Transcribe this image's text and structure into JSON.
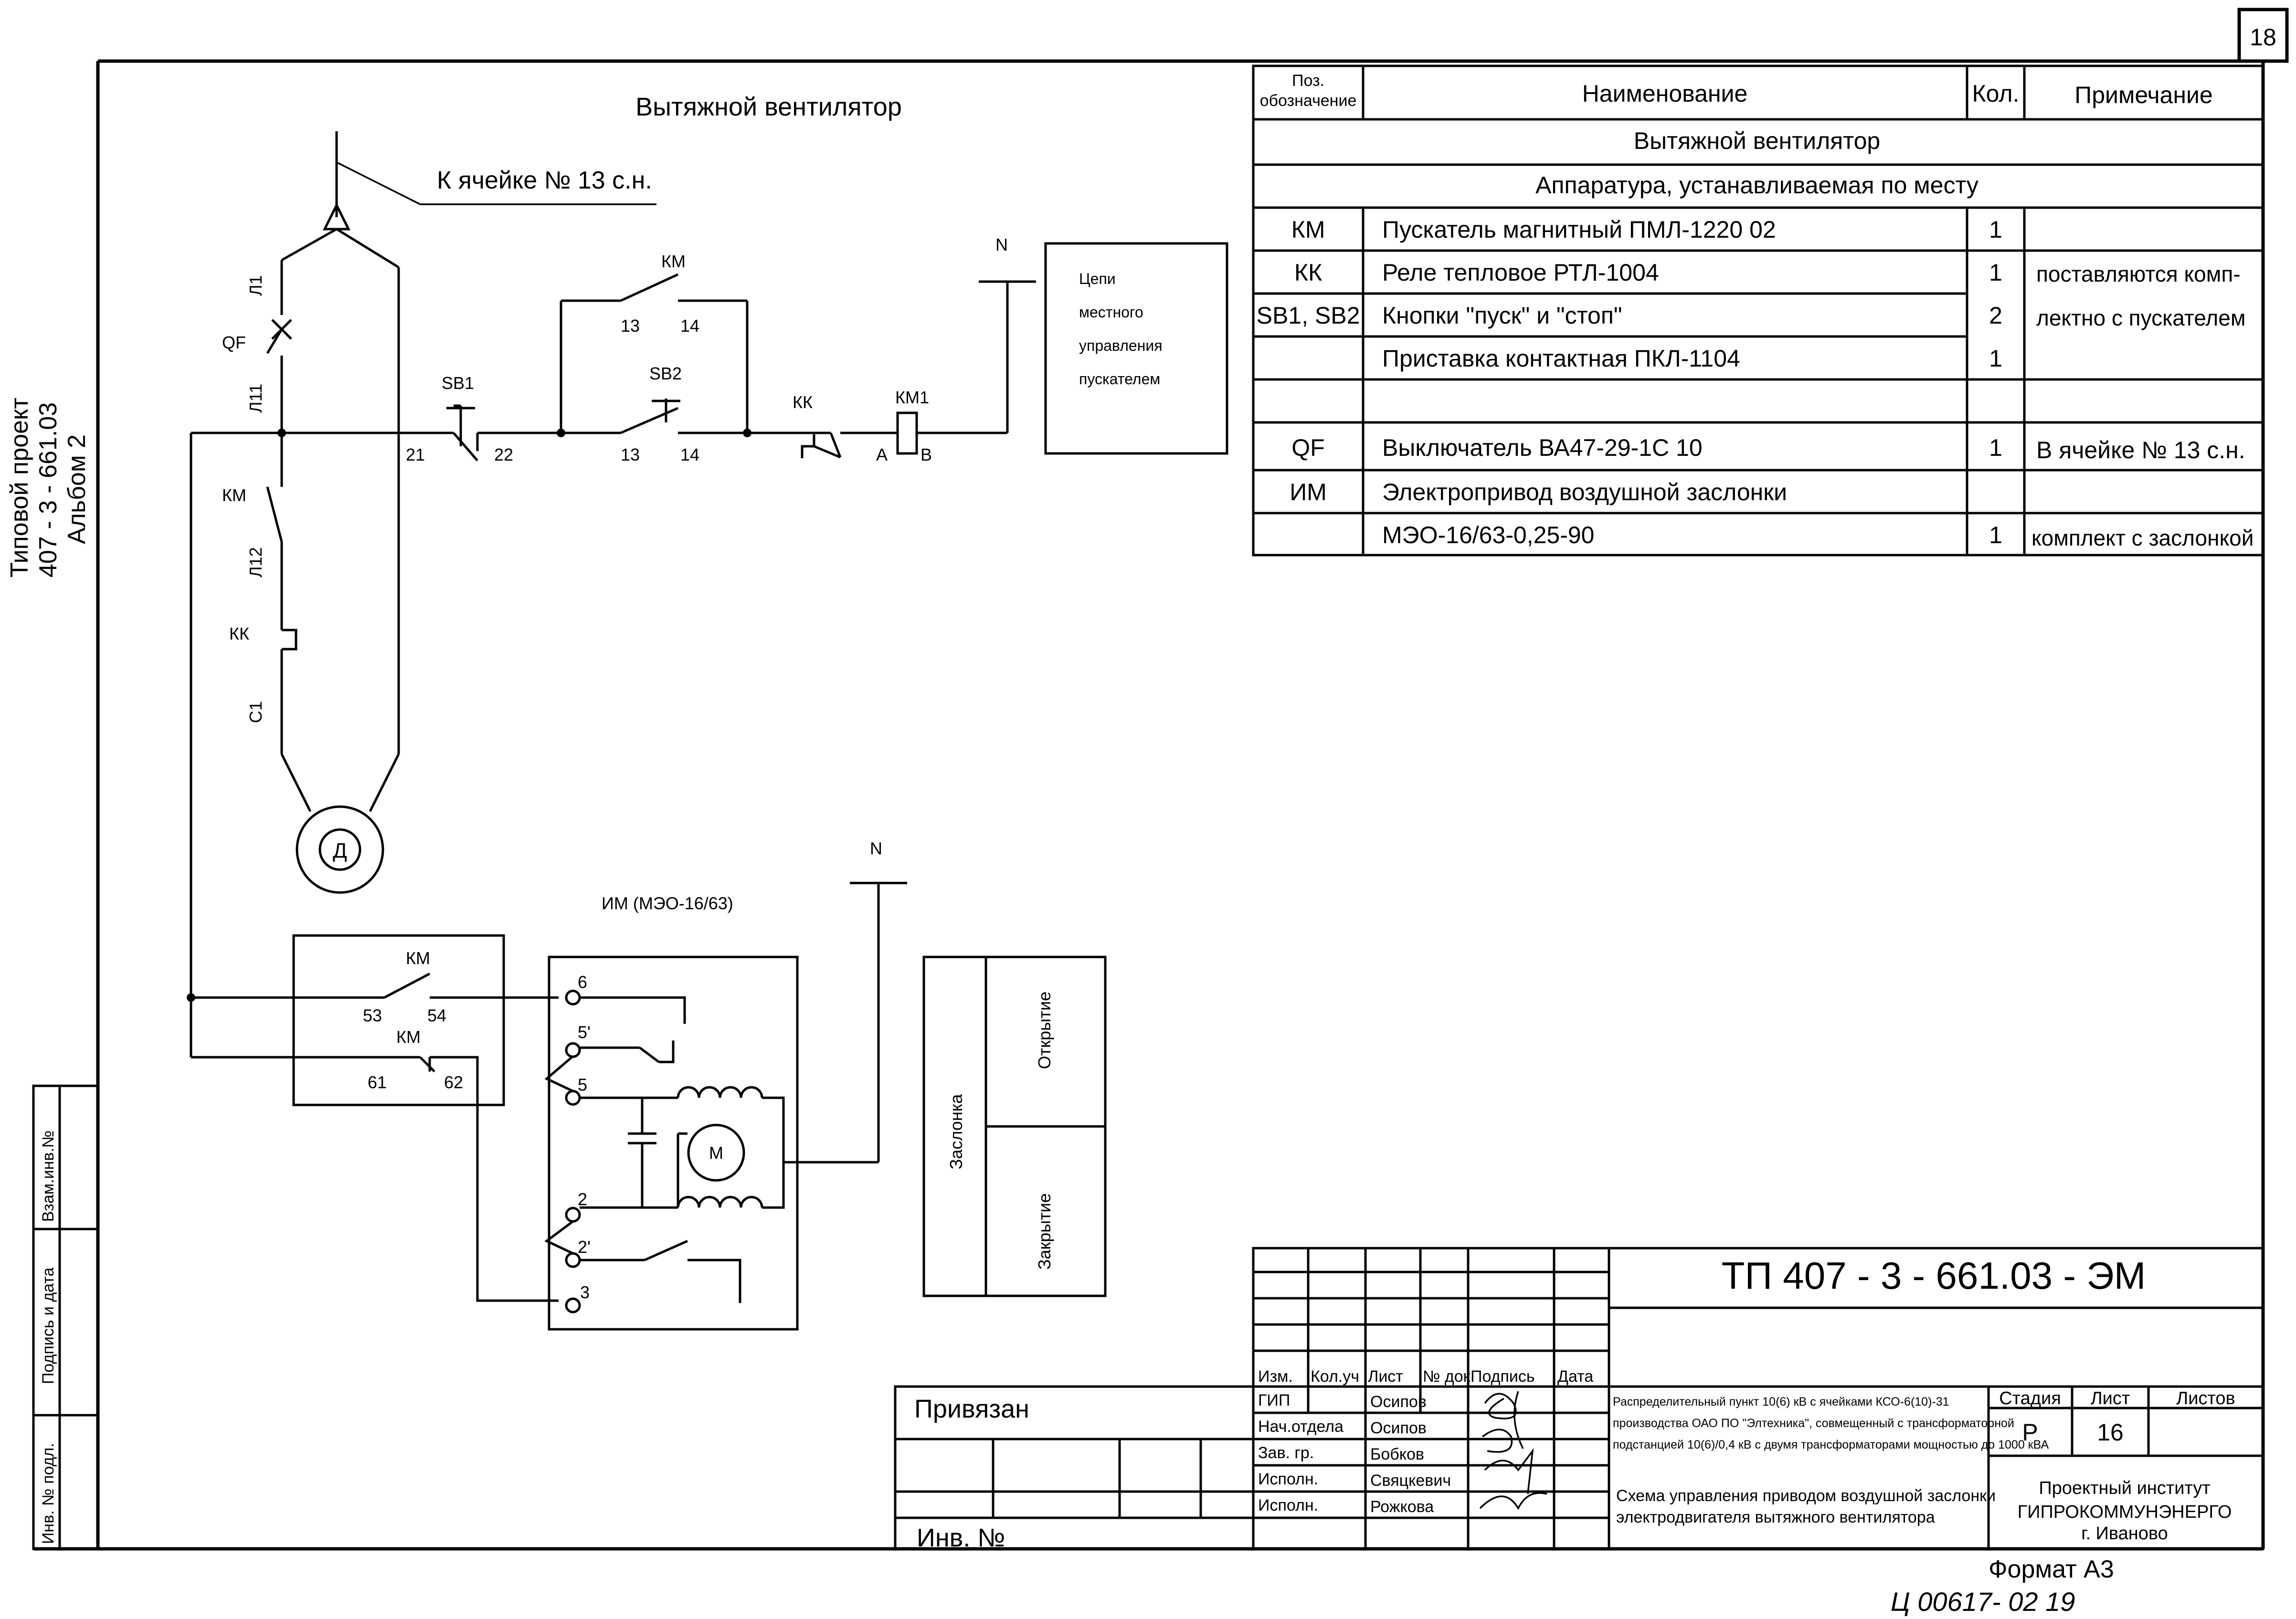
{
  "sheet": {
    "number": "18",
    "format": "Формат А3",
    "handwritten": "Ц 00617- 02   19"
  },
  "side": {
    "l1": "Типовой проект",
    "l2": "407 - 3 - 661.03",
    "l3": "Альбом  2",
    "stamp": [
      "Взам.инв.№",
      "Подпись и дата",
      "Инв. № подл."
    ]
  },
  "diagram": {
    "title": "Вытяжной вентилятор",
    "feed": "К ячейке № 13 с.н.",
    "n_top": "N",
    "n_bottom": "N",
    "labels": {
      "l1": "Л1",
      "qf": "QF",
      "l11": "Л11",
      "l12": "Л12",
      "c1": "С1",
      "km_left": "КМ",
      "kk_left": "КК",
      "motor": "Д",
      "sb1": "SB1",
      "sb2": "SB2",
      "km_top": "КМ",
      "km1": "КМ1",
      "kk": "КК",
      "t21": "21",
      "t22": "22",
      "t13a": "13",
      "t14a": "14",
      "t13b": "13",
      "t14b": "14",
      "ta": "А",
      "tb": "В",
      "im": "ИМ (МЭО-16/63)",
      "km53": "КМ",
      "km61": "КМ",
      "t53": "53",
      "t54": "54",
      "t61": "61",
      "t62": "62",
      "p6": "6",
      "p5p": "5'",
      "p5": "5",
      "p2": "2",
      "p2p": "2'",
      "p3": "3",
      "m": "М"
    },
    "local": [
      "Цепи",
      "местного",
      "управления",
      "пускателем"
    ],
    "damper": {
      "name": "Заслонка",
      "open": "Открытие",
      "close": "Закрытие"
    }
  },
  "table": {
    "headers": {
      "pos1": "Поз.",
      "pos2": "обозначение",
      "name": "Наименование",
      "qty": "Кол.",
      "note": "Примечание"
    },
    "section": "Вытяжной вентилятор",
    "subsection": "Аппаратура, устанавливаемая по месту",
    "rows": [
      {
        "pos": "КМ",
        "name": "Пускатель магнитный ПМЛ-1220 02",
        "qty": "1",
        "note": ""
      },
      {
        "pos": "КК",
        "name": "Реле тепловое РТЛ-1004",
        "qty": "1",
        "note": "поставляются комп-"
      },
      {
        "pos": "SB1, SB2",
        "name": "Кнопки \"пуск\" и \"стоп\"",
        "qty": "2",
        "note": "лектно с пускателем"
      },
      {
        "pos": "",
        "name": "Приставка контактная ПКЛ-1104",
        "qty": "1",
        "note": ""
      },
      {
        "pos": "",
        "name": "",
        "qty": "",
        "note": ""
      },
      {
        "pos": "QF",
        "name": "Выключатель ВА47-29-1С 10",
        "qty": "1",
        "note": "В ячейке № 13 с.н."
      },
      {
        "pos": "ИМ",
        "name": "Электропривод воздушной заслонки",
        "qty": "",
        "note": ""
      },
      {
        "pos": "",
        "name": "МЭО-16/63-0,25-90",
        "qty": "1",
        "note": "комплект с заслонкой"
      }
    ]
  },
  "titleblock": {
    "code": "ТП  407 - 3 - 661.03 - ЭМ",
    "hdr": [
      "Изм.",
      "Кол.уч",
      "Лист",
      "№ док",
      "Подпись",
      "Дата"
    ],
    "roles": [
      [
        "ГИП",
        "Осипов"
      ],
      [
        "Нач.отдела",
        "Осипов"
      ],
      [
        "Зав. гр.",
        "Бобков"
      ],
      [
        "Исполн.",
        "Свяцкевич"
      ],
      [
        "Исполн.",
        "Рожкова"
      ]
    ],
    "project": [
      "Распределительный пункт 10(6) кВ с ячейками КСО-6(10)-31",
      "производства ОАО ПО \"Элтехника\", совмещенный с трансформаторной",
      "подстанцией 10(6)/0,4 кВ с двумя трансформаторами мощностью до 1000 кВА"
    ],
    "stage_h": "Стадия",
    "sheet_h": "Лист",
    "sheets_h": "Листов",
    "stage": "Р",
    "sheet": "16",
    "drawing": [
      "Схема управления приводом воздушной заслонки",
      "электродвигателя вытяжного вентилятора"
    ],
    "org": [
      "Проектный институт",
      "ГИПРОКОММУНЭНЕРГО",
      "г. Иваново"
    ],
    "bound": "Привязан",
    "inv": "Инв. №"
  }
}
